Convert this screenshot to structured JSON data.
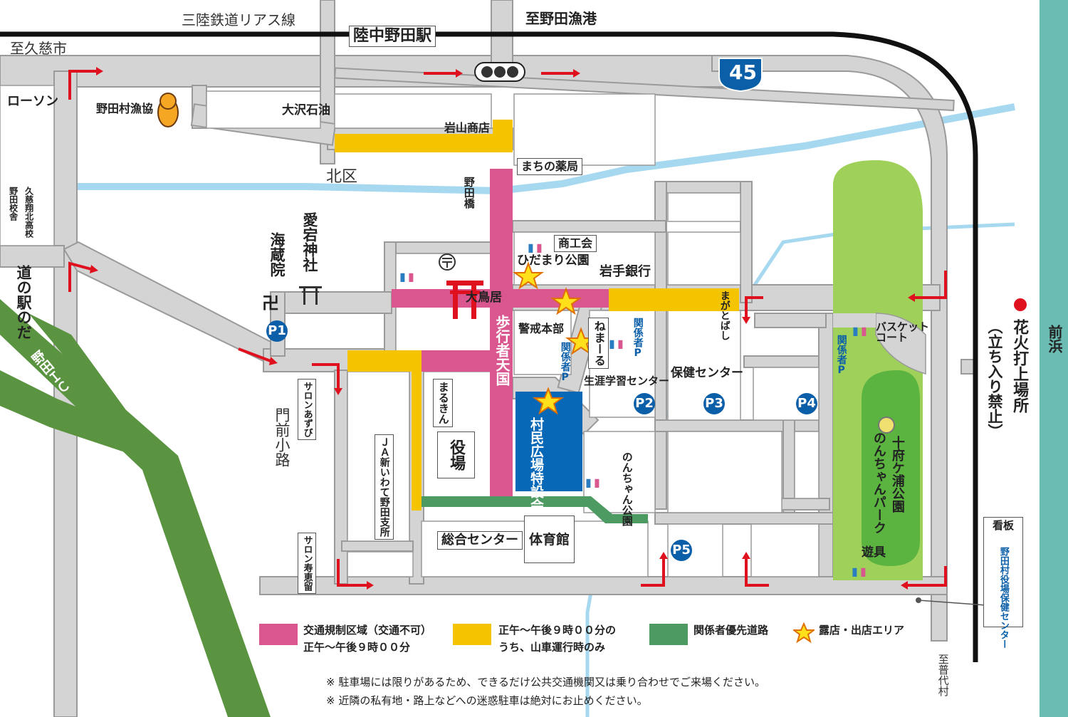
{
  "colors": {
    "restricted": "#d9568f",
    "time_restricted": "#f5c400",
    "priority": "#4e9a63",
    "road": "#d4d4d4",
    "road_outline": "#9a9a9a",
    "river": "#a6d8f0",
    "rail": "#111111",
    "park": "#9fd15a",
    "sea": "#6bbdb4",
    "interchange": "#5b9440",
    "plaza": "#0868b8",
    "arrow": "#e0111f",
    "parking": "#0b5fa8"
  },
  "labels": {
    "railway": "三陸鉄道リアス線",
    "station": "陸中野田駅",
    "to_kuji": "至久慈市",
    "to_port": "至野田漁港",
    "route_no": "45",
    "lawson": "ローソン",
    "noda_fishery": "野田村漁協",
    "osawa_oil": "大沢石油",
    "iwayama_store": "岩山商店",
    "machi_pharmacy": "まちの薬局",
    "kitaku": "北区",
    "kuji_school": "久慈翔北高校",
    "noda_school": "野田校舎",
    "noda_bridge": "野田橋",
    "atago_shrine": "愛宕神社",
    "kaizoin": "海蔵院",
    "michinoeki": "道の駅のだ",
    "shokokai": "商工会",
    "hidamari_park": "ひだまり公園",
    "iwate_bank": "岩手銀行",
    "otorii": "大鳥居",
    "police_hq": "警戒本部",
    "nemaru": "ねまーる",
    "staff_p": "関係者P",
    "lifelong_center": "生涯学習センター",
    "health_center": "保健センター",
    "magatobashi": "まがとばし",
    "pedestrian": "歩行者天国",
    "basketball_court": "バスケットコート",
    "fireworks_site": "花火打上場所",
    "no_entry": "（立ち入り禁止）",
    "maehama": "前浜",
    "noda_ic": "野田ＩＣ",
    "salon_azubi": "サロンあずび",
    "monzen_koji": "門前小路",
    "marukin": "まるきん",
    "yakuba": "役場",
    "ja_branch": "ＪＡ新いわて野田支所",
    "village_plaza": "村民広場特設会場",
    "nonchan_park_small": "のんちゃん公園",
    "tofugaura_park": "十府ケ浦公園",
    "nonchan_park_big": "のんちゃんパーク",
    "playground": "遊具",
    "sogo_center": "総合センター",
    "gym": "体育館",
    "salon_sukeru": "サロン寿恵留",
    "signboard": "看板",
    "sign_dest": "野田村役場保健センター",
    "to_fudai": "至普代村"
  },
  "parking": [
    "P1",
    "P2",
    "P3",
    "P4",
    "P5"
  ],
  "legend": [
    {
      "color": "#d9568f",
      "line1": "交通規制区域（交通不可）",
      "line2": "正午～午後９時００分"
    },
    {
      "color": "#f5c400",
      "line1": "正午～午後９時００分の",
      "line2": "うち、山車運行時のみ"
    },
    {
      "color": "#4e9a63",
      "line1": "関係者優先道路",
      "line2": ""
    },
    {
      "icon": "star-icon",
      "line1": "露店・出店エリア",
      "line2": ""
    }
  ],
  "notes": [
    "※ 駐車場には限りがあるため、できるだけ公共交通機関又は乗り合わせでご来場ください。",
    "※ 近隣の私有地・路上などへの迷惑駐車は絶対にお止めください。"
  ]
}
